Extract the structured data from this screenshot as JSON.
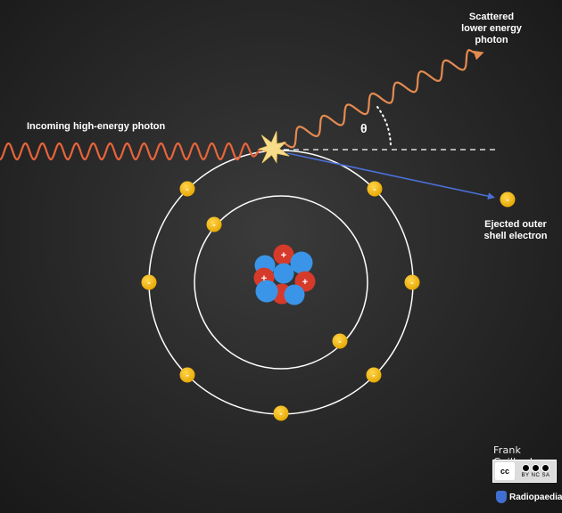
{
  "labels": {
    "incoming": "Incoming high-energy photon",
    "scattered": [
      "Scattered",
      "lower energy",
      "photon"
    ],
    "ejected": [
      "Ejected outer",
      "shell electron"
    ],
    "theta": "θ"
  },
  "electron_symbol": "-",
  "proton_symbol": "+",
  "credits": {
    "author": "Frank Gaillard",
    "license_badge": "cc",
    "license_terms": "BY  NC  SA",
    "publisher": "Radiopaedia"
  },
  "colors": {
    "background": "#232323",
    "photon": "#e8643a",
    "scattered_photon": "#e58a50",
    "electron_path": "#4a6fd6",
    "electron": "#f2b600",
    "proton": "#d63a2a",
    "neutron": "#3a95e8",
    "orbit": "#ffffff",
    "collision": "#f7dc8a"
  }
}
